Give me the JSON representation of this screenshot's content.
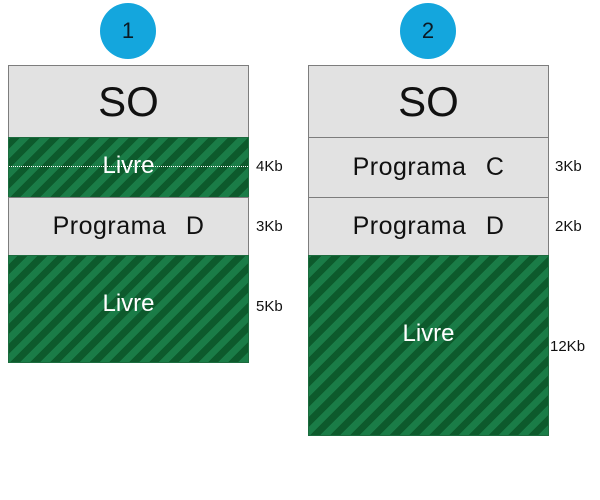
{
  "diagram_1": {
    "badge": "1",
    "os_label": "SO",
    "free_top_label": "Livre",
    "program_label": "Programa D",
    "free_bottom_label": "Livre",
    "size_free_top": "4Kb",
    "size_program": "3Kb",
    "size_free_bottom": "5Kb"
  },
  "diagram_2": {
    "badge": "2",
    "os_label": "SO",
    "program_c_label": "Programa C",
    "program_d_label": "Programa D",
    "free_label": "Livre",
    "size_program_c": "3Kb",
    "size_program_d": "2Kb",
    "size_free": "12Kb"
  },
  "colors": {
    "badge": "#14a6dd",
    "os_block": "#e2e2e2",
    "free_stripe_light": "#1a7c47",
    "free_stripe_dark": "#0d5a2c"
  }
}
